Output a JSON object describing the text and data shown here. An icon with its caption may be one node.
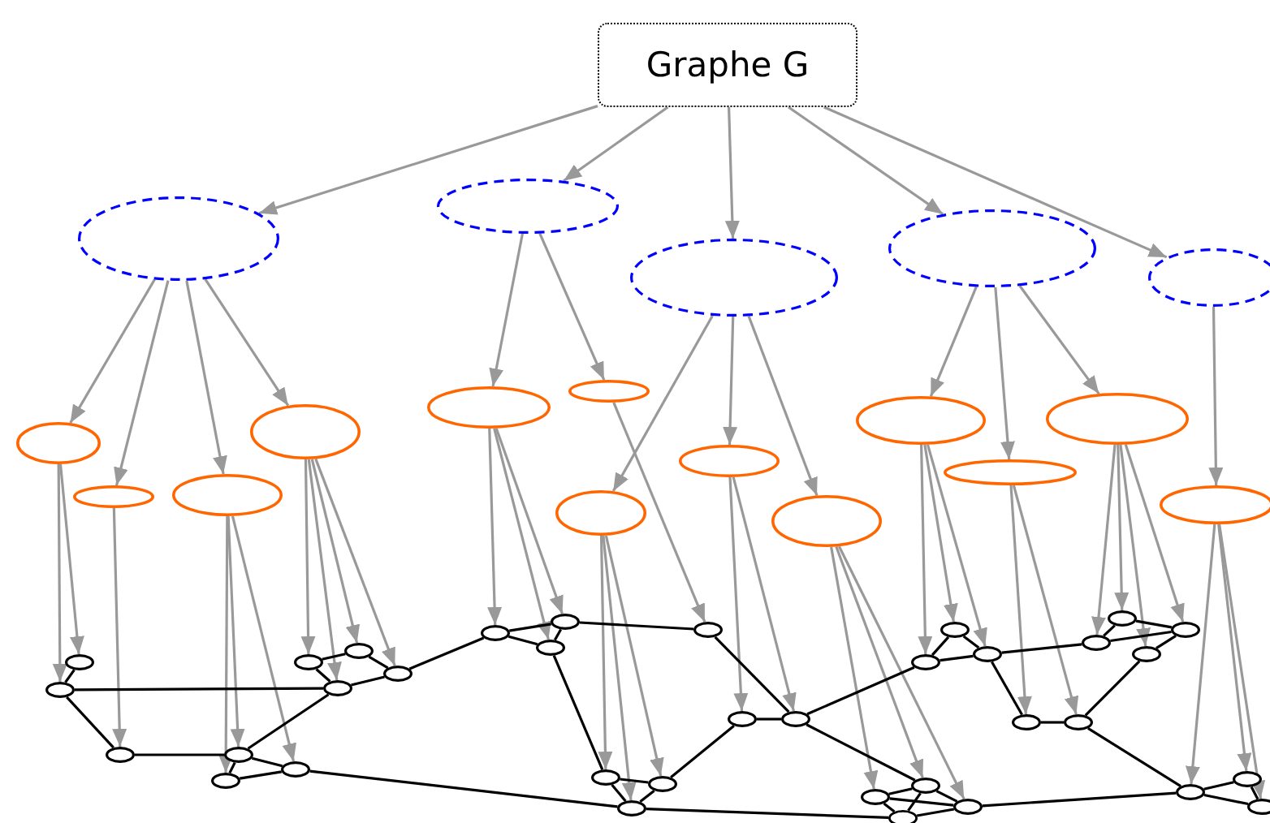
{
  "diagram": {
    "nodes": [
      {
        "text": [
          "Graphe G"
        ]
      },
      {
        "text": [],
        "shape": "ellipse"
      },
      {
        "text": [],
        "shape": "ellipse"
      },
      {
        "text": [],
        "shape": "ellipse"
      },
      {
        "text": [],
        "shape": "ellipse"
      },
      {
        "text": [],
        "shape": "ellipse"
      },
      {
        "text": [],
        "shape": "ellipse"
      },
      {
        "text": [],
        "shape": "ellipse"
      },
      {
        "text": [],
        "shape": "ellipse"
      },
      {
        "text": [],
        "shape": "ellipse"
      },
      {
        "text": [],
        "shape": "ellipse"
      },
      {
        "text": [],
        "shape": "ellipse"
      },
      {
        "text": [],
        "shape": "ellipse"
      },
      {
        "text": [],
        "shape": "ellipse"
      },
      {
        "text": [],
        "shape": "ellipse"
      },
      {
        "text": [],
        "shape": "ellipse"
      },
      {
        "text": [],
        "shape": "ellipse"
      },
      {
        "text": [],
        "shape": "ellipse"
      },
      {
        "text": [],
        "shape": "ellipse"
      },
      {
        "text": [],
        "shape": "ellipse"
      },
      {
        "text": [],
        "shape": "ellipse"
      },
      {
        "text": [],
        "shape": "ellipse"
      },
      {
        "text": [],
        "shape": "ellipse"
      },
      {
        "text": [],
        "shape": "ellipse"
      },
      {
        "text": [],
        "shape": "ellipse"
      },
      {
        "text": [],
        "shape": "ellipse"
      },
      {
        "text": [],
        "shape": "ellipse"
      },
      {
        "text": [],
        "shape": "ellipse"
      },
      {
        "text": [],
        "shape": "ellipse"
      },
      {
        "text": [],
        "shape": "ellipse"
      },
      {
        "text": [],
        "shape": "ellipse"
      },
      {
        "text": [],
        "shape": "ellipse"
      },
      {
        "text": [],
        "shape": "ellipse"
      },
      {
        "text": [],
        "shape": "ellipse"
      },
      {
        "text": [],
        "shape": "ellipse"
      },
      {
        "text": [],
        "shape": "ellipse"
      },
      {
        "text": [],
        "shape": "ellipse"
      },
      {
        "text": [],
        "shape": "ellipse"
      },
      {
        "text": [],
        "shape": "ellipse"
      },
      {
        "text": [],
        "shape": "ellipse"
      },
      {
        "text": [],
        "shape": "ellipse"
      },
      {
        "text": [],
        "shape": "ellipse"
      },
      {
        "text": [],
        "shape": "ellipse"
      },
      {
        "text": [],
        "shape": "ellipse"
      },
      {
        "text": [],
        "shape": "ellipse"
      },
      {
        "text": [],
        "shape": "ellipse"
      },
      {
        "text": [],
        "shape": "ellipse"
      },
      {
        "text": [],
        "shape": "ellipse"
      },
      {
        "text": [],
        "shape": "ellipse"
      },
      {
        "text": [],
        "shape": "ellipse"
      },
      {
        "text": [],
        "shape": "ellipse"
      },
      {
        "text": [],
        "shape": "ellipse"
      },
      {
        "text": [],
        "shape": "ellipse"
      },
      {
        "text": [],
        "shape": "ellipse"
      }
    ],
    "edges": [
      {
        "from": 0,
        "to": 1,
        "arrow": "to"
      },
      {
        "from": 0,
        "to": 2,
        "arrow": "to"
      },
      {
        "from": 0,
        "to": 3,
        "arrow": "to"
      },
      {
        "from": 0,
        "to": 4,
        "arrow": "to"
      },
      {
        "from": 0,
        "to": 5,
        "arrow": "to"
      },
      {
        "from": 1,
        "to": 6,
        "arrow": "to"
      },
      {
        "from": 1,
        "to": 7,
        "arrow": "to"
      },
      {
        "from": 1,
        "to": 8,
        "arrow": "to"
      },
      {
        "from": 1,
        "to": 9,
        "arrow": "to"
      },
      {
        "from": 2,
        "to": 10,
        "arrow": "to"
      },
      {
        "from": 2,
        "to": 11,
        "arrow": "to"
      },
      {
        "from": 3,
        "to": 12,
        "arrow": "to"
      },
      {
        "from": 3,
        "to": 13,
        "arrow": "to"
      },
      {
        "from": 3,
        "to": 14,
        "arrow": "to"
      },
      {
        "from": 4,
        "to": 15,
        "arrow": "to"
      },
      {
        "from": 4,
        "to": 16,
        "arrow": "to"
      },
      {
        "from": 4,
        "to": 17,
        "arrow": "to"
      },
      {
        "from": 5,
        "to": 18,
        "arrow": "to"
      },
      {
        "from": 6,
        "to": 20,
        "arrow": "to"
      },
      {
        "from": 6,
        "to": 19,
        "arrow": "to"
      },
      {
        "from": 7,
        "to": 21,
        "arrow": "to"
      },
      {
        "from": 8,
        "to": 22,
        "arrow": "to"
      },
      {
        "from": 8,
        "to": 23,
        "arrow": "to"
      },
      {
        "from": 8,
        "to": 24,
        "arrow": "to"
      },
      {
        "from": 9,
        "to": 25,
        "arrow": "to"
      },
      {
        "from": 9,
        "to": 27,
        "arrow": "to"
      },
      {
        "from": 9,
        "to": 26,
        "arrow": "to"
      },
      {
        "from": 9,
        "to": 28,
        "arrow": "to"
      },
      {
        "from": 10,
        "to": 29,
        "arrow": "to"
      },
      {
        "from": 10,
        "to": 31,
        "arrow": "to"
      },
      {
        "from": 10,
        "to": 30,
        "arrow": "to"
      },
      {
        "from": 11,
        "to": 32,
        "arrow": "to"
      },
      {
        "from": 12,
        "to": 33,
        "arrow": "to"
      },
      {
        "from": 12,
        "to": 35,
        "arrow": "to"
      },
      {
        "from": 12,
        "to": 34,
        "arrow": "to"
      },
      {
        "from": 13,
        "to": 36,
        "arrow": "to"
      },
      {
        "from": 13,
        "to": 37,
        "arrow": "to"
      },
      {
        "from": 14,
        "to": 47,
        "arrow": "to"
      },
      {
        "from": 14,
        "to": 48,
        "arrow": "to"
      },
      {
        "from": 14,
        "to": 49,
        "arrow": "to"
      },
      {
        "from": 15,
        "to": 38,
        "arrow": "to"
      },
      {
        "from": 15,
        "to": 39,
        "arrow": "to"
      },
      {
        "from": 15,
        "to": 40,
        "arrow": "to"
      },
      {
        "from": 16,
        "to": 45,
        "arrow": "to"
      },
      {
        "from": 16,
        "to": 46,
        "arrow": "to"
      },
      {
        "from": 17,
        "to": 41,
        "arrow": "to"
      },
      {
        "from": 17,
        "to": 42,
        "arrow": "to"
      },
      {
        "from": 17,
        "to": 44,
        "arrow": "to"
      },
      {
        "from": 17,
        "to": 43,
        "arrow": "to"
      },
      {
        "from": 18,
        "to": 51,
        "arrow": "to"
      },
      {
        "from": 18,
        "to": 52,
        "arrow": "to"
      },
      {
        "from": 18,
        "to": 53,
        "arrow": "to"
      },
      {
        "from": 19,
        "to": 20,
        "arrow": "none",
        "color": "#000000"
      },
      {
        "from": 20,
        "to": 27,
        "arrow": "none",
        "color": "#000000"
      },
      {
        "from": 20,
        "to": 21,
        "arrow": "none",
        "color": "#000000"
      },
      {
        "from": 21,
        "to": 22,
        "arrow": "none",
        "color": "#000000"
      },
      {
        "from": 22,
        "to": 23,
        "arrow": "none",
        "color": "#000000"
      },
      {
        "from": 22,
        "to": 24,
        "arrow": "none",
        "color": "#000000"
      },
      {
        "from": 23,
        "to": 24,
        "arrow": "none",
        "color": "#000000"
      },
      {
        "from": 24,
        "to": 35,
        "arrow": "none",
        "color": "#000000"
      },
      {
        "from": 22,
        "to": 27,
        "arrow": "none",
        "color": "#000000"
      },
      {
        "from": 25,
        "to": 27,
        "arrow": "none",
        "color": "#000000"
      },
      {
        "from": 25,
        "to": 26,
        "arrow": "none",
        "color": "#000000"
      },
      {
        "from": 26,
        "to": 28,
        "arrow": "none",
        "color": "#000000"
      },
      {
        "from": 27,
        "to": 28,
        "arrow": "none",
        "color": "#000000"
      },
      {
        "from": 28,
        "to": 29,
        "arrow": "none",
        "color": "#000000"
      },
      {
        "from": 29,
        "to": 30,
        "arrow": "none",
        "color": "#000000"
      },
      {
        "from": 29,
        "to": 31,
        "arrow": "none",
        "color": "#000000"
      },
      {
        "from": 30,
        "to": 31,
        "arrow": "none",
        "color": "#000000"
      },
      {
        "from": 30,
        "to": 32,
        "arrow": "none",
        "color": "#000000"
      },
      {
        "from": 31,
        "to": 33,
        "arrow": "none",
        "color": "#000000"
      },
      {
        "from": 33,
        "to": 34,
        "arrow": "none",
        "color": "#000000"
      },
      {
        "from": 33,
        "to": 35,
        "arrow": "none",
        "color": "#000000"
      },
      {
        "from": 34,
        "to": 35,
        "arrow": "none",
        "color": "#000000"
      },
      {
        "from": 34,
        "to": 36,
        "arrow": "none",
        "color": "#000000"
      },
      {
        "from": 36,
        "to": 37,
        "arrow": "none",
        "color": "#000000"
      },
      {
        "from": 32,
        "to": 37,
        "arrow": "none",
        "color": "#000000"
      },
      {
        "from": 37,
        "to": 38,
        "arrow": "none",
        "color": "#000000"
      },
      {
        "from": 37,
        "to": 48,
        "arrow": "none",
        "color": "#000000"
      },
      {
        "from": 35,
        "to": 50,
        "arrow": "none",
        "color": "#000000"
      },
      {
        "from": 38,
        "to": 39,
        "arrow": "none",
        "color": "#000000"
      },
      {
        "from": 38,
        "to": 40,
        "arrow": "none",
        "color": "#000000"
      },
      {
        "from": 39,
        "to": 40,
        "arrow": "none",
        "color": "#000000"
      },
      {
        "from": 40,
        "to": 41,
        "arrow": "none",
        "color": "#000000"
      },
      {
        "from": 40,
        "to": 45,
        "arrow": "none",
        "color": "#000000"
      },
      {
        "from": 45,
        "to": 46,
        "arrow": "none",
        "color": "#000000"
      },
      {
        "from": 46,
        "to": 44,
        "arrow": "none",
        "color": "#000000"
      },
      {
        "from": 41,
        "to": 42,
        "arrow": "none",
        "color": "#000000"
      },
      {
        "from": 42,
        "to": 43,
        "arrow": "none",
        "color": "#000000"
      },
      {
        "from": 41,
        "to": 43,
        "arrow": "none",
        "color": "#000000"
      },
      {
        "from": 43,
        "to": 44,
        "arrow": "none",
        "color": "#000000"
      },
      {
        "from": 46,
        "to": 51,
        "arrow": "none",
        "color": "#000000"
      },
      {
        "from": 47,
        "to": 48,
        "arrow": "none",
        "color": "#000000"
      },
      {
        "from": 47,
        "to": 49,
        "arrow": "none",
        "color": "#000000"
      },
      {
        "from": 48,
        "to": 49,
        "arrow": "none",
        "color": "#000000"
      },
      {
        "from": 47,
        "to": 50,
        "arrow": "none",
        "color": "#000000"
      },
      {
        "from": 48,
        "to": 50,
        "arrow": "none",
        "color": "#000000"
      },
      {
        "from": 49,
        "to": 50,
        "arrow": "none",
        "color": "#000000"
      },
      {
        "from": 49,
        "to": 51,
        "arrow": "none",
        "color": "#000000"
      },
      {
        "from": 51,
        "to": 52,
        "arrow": "none",
        "color": "#000000"
      },
      {
        "from": 51,
        "to": 53,
        "arrow": "none",
        "color": "#000000"
      },
      {
        "from": 52,
        "to": 53,
        "arrow": "none",
        "color": "#000000"
      }
    ]
  }
}
